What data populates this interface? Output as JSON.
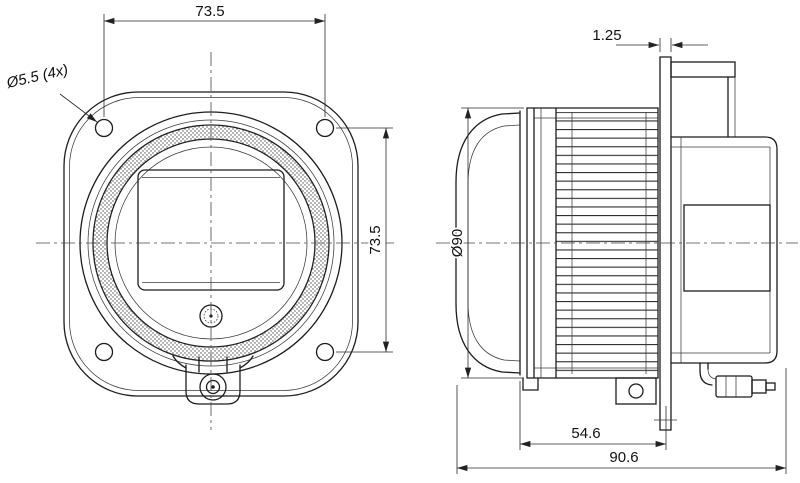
{
  "front_view": {
    "hole_spacing_horizontal": "73.5",
    "hole_spacing_vertical": "73.5",
    "hole_callout": "Ø5.5  (4x)"
  },
  "side_view": {
    "plate_thickness": "1.25",
    "body_diameter": "Ø90",
    "depth_to_flange": "54.6",
    "overall_depth": "90.6"
  },
  "colors": {
    "line": "#1c1c1c",
    "background": "#ffffff"
  }
}
